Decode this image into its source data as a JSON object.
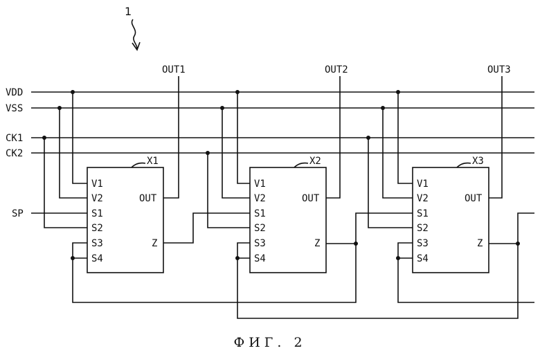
{
  "figure_ref": "1",
  "caption": "ФИГ. 2",
  "buses": {
    "vdd": "VDD",
    "vss": "VSS",
    "ck1": "CK1",
    "ck2": "CK2",
    "sp": "SP"
  },
  "outputs": [
    "OUT1",
    "OUT2",
    "OUT3"
  ],
  "stages": [
    {
      "name": "X1",
      "pins": {
        "v1": "V1",
        "v2": "V2",
        "s1": "S1",
        "s2": "S2",
        "s3": "S3",
        "s4": "S4",
        "out": "OUT",
        "z": "Z"
      }
    },
    {
      "name": "X2",
      "pins": {
        "v1": "V1",
        "v2": "V2",
        "s1": "S1",
        "s2": "S2",
        "s3": "S3",
        "s4": "S4",
        "out": "OUT",
        "z": "Z"
      }
    },
    {
      "name": "X3",
      "pins": {
        "v1": "V1",
        "v2": "V2",
        "s1": "S1",
        "s2": "S2",
        "s3": "S3",
        "s4": "S4",
        "out": "OUT",
        "z": "Z"
      }
    }
  ]
}
